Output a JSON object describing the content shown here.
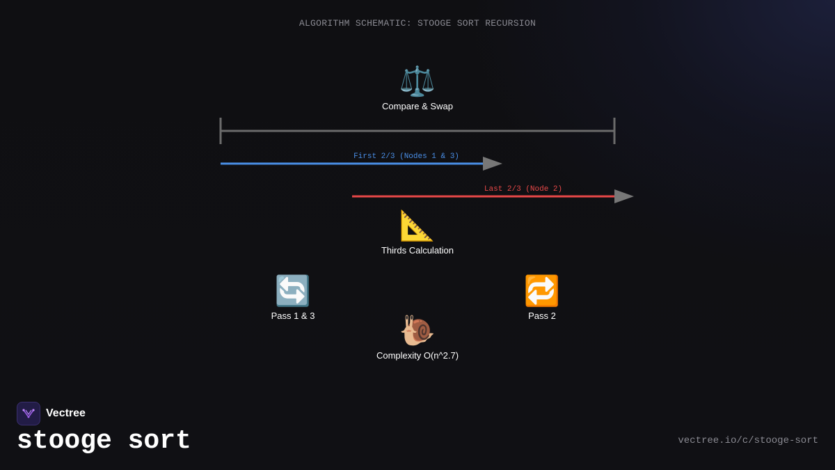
{
  "header": {
    "title": "ALGORITHM SCHEMATIC: STOOGE SORT RECURSION"
  },
  "nodes": {
    "compare_swap": {
      "icon": "⚖️",
      "icon_name": "balance-scale-icon",
      "label": "Compare & Swap"
    },
    "thirds": {
      "icon": "📐",
      "icon_name": "triangular-ruler-icon",
      "label": "Thirds Calculation"
    },
    "pass13": {
      "icon": "🔄",
      "icon_name": "counterclockwise-arrows-icon",
      "label": "Pass 1 & 3"
    },
    "pass2": {
      "icon": "🔁",
      "icon_name": "repeat-icon",
      "label": "Pass 2"
    },
    "complexity": {
      "icon": "🐌",
      "icon_name": "snail-icon",
      "label": "Complexity O(n^2.7)"
    }
  },
  "arrows": {
    "first": {
      "label": "First 2/3 (Nodes 1 & 3)",
      "color": "#4a8fe7"
    },
    "last": {
      "label": "Last 2/3 (Node 2)",
      "color": "#e84848"
    }
  },
  "colors": {
    "range_bar": "#6b6b6b",
    "arrow_head": "#777777",
    "accent_logo": "#9b5de5"
  },
  "footer": {
    "brand": "Vectree",
    "title": "stooge sort",
    "url": "vectree.io/c/stooge-sort"
  }
}
